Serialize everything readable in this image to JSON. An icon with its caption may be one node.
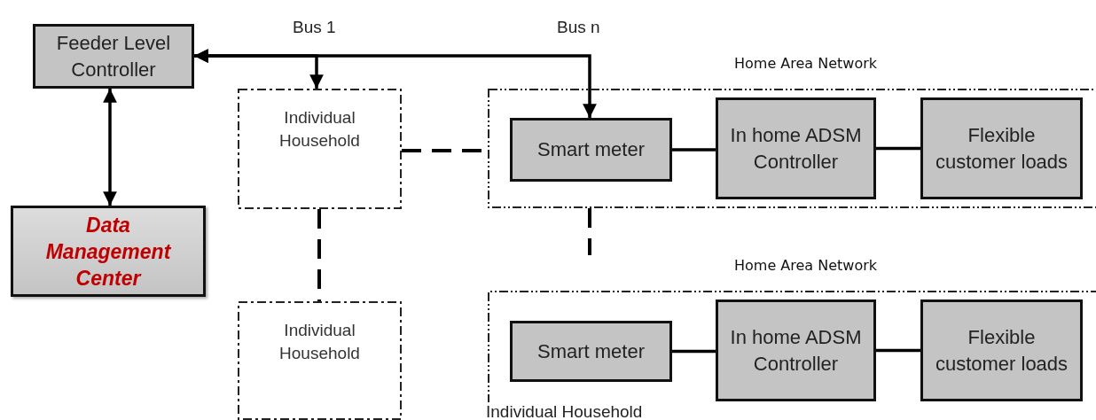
{
  "diagram": {
    "nodes": [
      {
        "text": [
          "Feeder Level Controller"
        ]
      },
      {
        "text": [
          "Data Management Center"
        ]
      },
      {
        "text": [
          "Individual Household"
        ]
      },
      {
        "text": [
          "Individual Household"
        ]
      },
      {
        "text": [
          "Home Area Network"
        ]
      },
      {
        "text": [
          "Smart meter"
        ],
        "in": 4
      },
      {
        "text": [
          "In home ADSM Controller"
        ],
        "in": 4
      },
      {
        "text": [
          "Flexible customer loads"
        ],
        "in": 4
      },
      {
        "text": [
          "Home Area Network",
          "Individual Household"
        ]
      },
      {
        "text": [
          "Smart meter"
        ],
        "in": 8
      },
      {
        "text": [
          "In home ADSM Controller"
        ],
        "in": 8
      },
      {
        "text": [
          "Flexible customer loads"
        ],
        "in": 8
      }
    ],
    "edges": [
      {
        "from": 0,
        "to": 1,
        "arrow": "both"
      },
      {
        "from": 0,
        "to": 2,
        "arrow": "both"
      },
      {
        "from": 0,
        "to": 5,
        "arrow": "both"
      },
      {
        "from": 2,
        "to": 4,
        "arrow": "none",
        "style": "dashed"
      },
      {
        "from": 2,
        "to": 3,
        "arrow": "none",
        "style": "dashed"
      },
      {
        "from": 4,
        "to": 8,
        "arrow": "none",
        "style": "dashed"
      },
      {
        "from": 5,
        "to": 6,
        "arrow": "none"
      },
      {
        "from": 6,
        "to": 7,
        "arrow": "none"
      },
      {
        "from": 9,
        "to": 10,
        "arrow": "none"
      },
      {
        "from": 10,
        "to": 11,
        "arrow": "none"
      }
    ],
    "labels": [
      "Bus 1",
      "Bus n"
    ]
  }
}
